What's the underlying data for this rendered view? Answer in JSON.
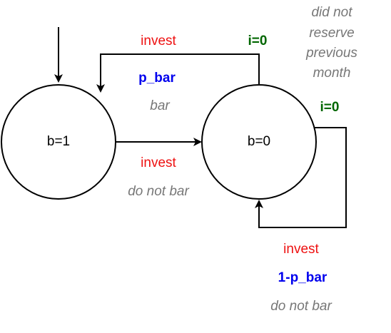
{
  "states": [
    {
      "id": "s1",
      "label": "b=1"
    },
    {
      "id": "s0",
      "label": "b=0"
    }
  ],
  "edges": {
    "s1_to_s0_top": {
      "action": "invest",
      "prob": "p_bar",
      "info": "i=0",
      "outcome": "bar"
    },
    "s1_to_s0_mid": {
      "action": "invest",
      "outcome": "do not bar"
    },
    "s0_self": {
      "action": "invest",
      "prob": "1-p_bar",
      "info": "i=0",
      "outcome": "do not bar"
    }
  },
  "note": {
    "lines": [
      "did not",
      "reserve",
      "previous",
      "month"
    ]
  },
  "colors": {
    "action": "#ee1111",
    "prob": "#0000ee",
    "info": "#006600",
    "outcome": "#777777",
    "line": "#000000"
  }
}
